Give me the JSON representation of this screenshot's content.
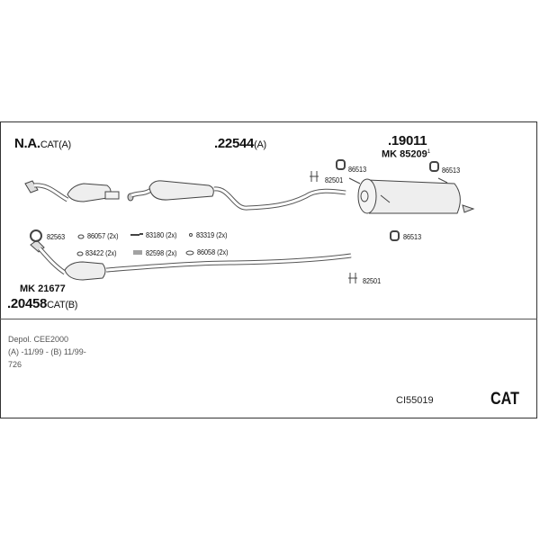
{
  "groups": {
    "a": {
      "code": "N.A.",
      "suffix": "CAT(A)"
    },
    "mid": {
      "code": ".22544",
      "suffix": "(A)"
    },
    "rear": {
      "code": ".19011",
      "mk": "MK  85209",
      "mk_sup": "1"
    },
    "b": {
      "mk": "MK  21677",
      "code": ".20458",
      "suffix": "CAT(B)"
    }
  },
  "parts": {
    "p82563": "82563",
    "p86057": "86057 (2x)",
    "p83180": "83180 (2x)",
    "p83319": "83319 (2x)",
    "p83422": "83422 (2x)",
    "p82598": "82598 (2x)",
    "p86058": "86058 (2x)",
    "p86513a": "86513",
    "p86513b": "86513",
    "p86513c": "86513",
    "p82501a": "82501",
    "p82501b": "82501"
  },
  "notes": [
    "Depol. CEE2000",
    "(A) -11/99 - (B) 11/99-",
    "726"
  ],
  "footer": {
    "set_code": "CI55019",
    "type": "CAT"
  }
}
